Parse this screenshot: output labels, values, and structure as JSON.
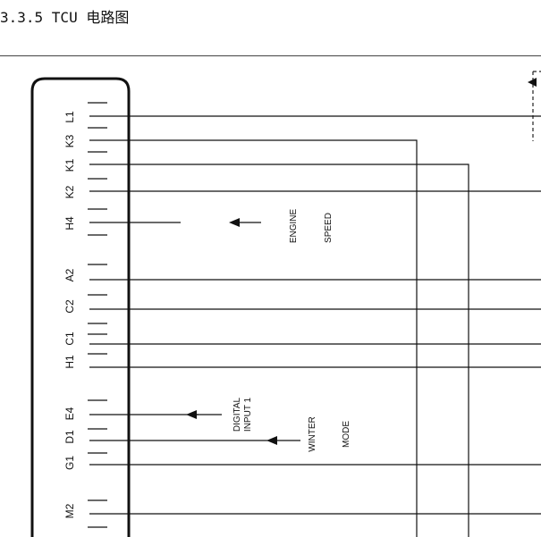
{
  "heading": "3.3.5 TCU 电路图",
  "pins": [
    "L1",
    "K3",
    "K1",
    "K2",
    "H4",
    "A2",
    "C2",
    "H1",
    "C1",
    "E4",
    "D1",
    "G1",
    "M2"
  ],
  "annotations": {
    "engine": "ENGINE",
    "speed": "SPEED",
    "digital": "DIGITAL",
    "input1": "INPUT 1",
    "winter": "WINTER",
    "mode": "MODE"
  }
}
